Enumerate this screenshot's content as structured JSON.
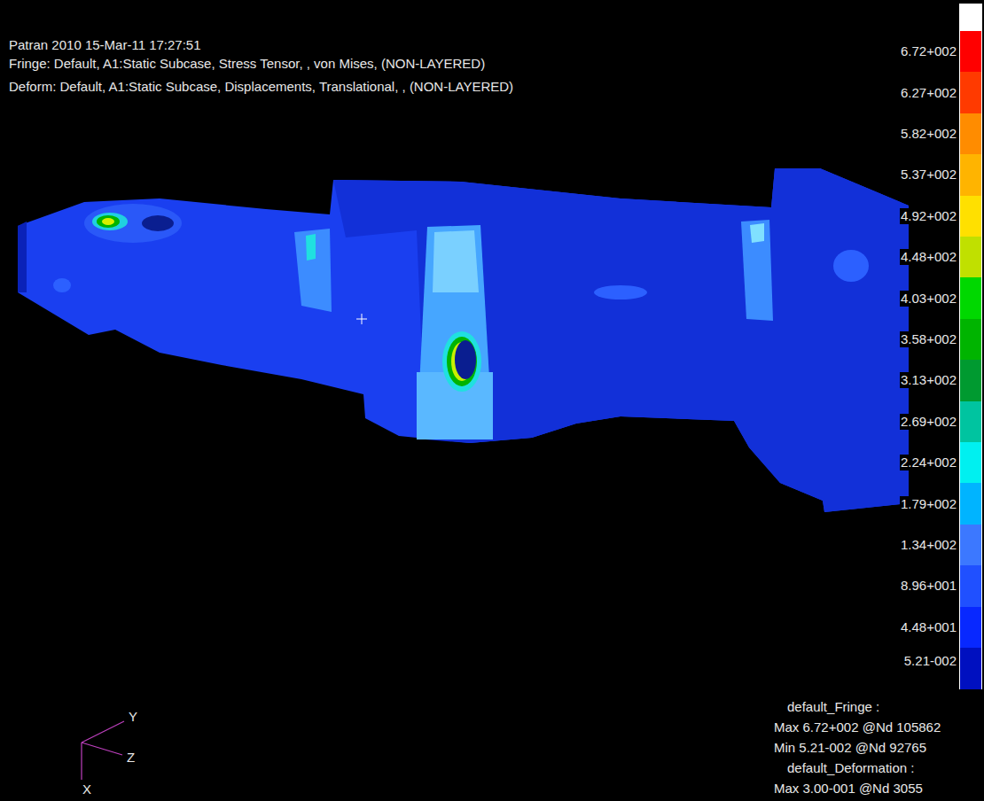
{
  "diagram": {
    "labels": [
      "Patran 2010 15-Mar-11 17:27:51",
      "Fringe: Default, A1:Static Subcase, Stress Tensor, , von Mises, (NON-LAYERED)",
      "Deform: Default, A1:Static Subcase, Displacements, Translational, , (NON-LAYERED)",
      "default_Fringe :",
      "Max 6.72+002 @Nd 105862",
      "Min 5.21-002 @Nd 92765",
      "default_Deformation :",
      "Max 3.00-001 @Nd 3055",
      "Y",
      "Z",
      "X"
    ],
    "legend": [
      {
        "text": "6.72+002",
        "color": "#ff0000"
      },
      {
        "text": "6.27+002",
        "color": "#ff3a00"
      },
      {
        "text": "5.82+002",
        "color": "#ff8c00"
      },
      {
        "text": "5.37+002",
        "color": "#ffb400"
      },
      {
        "text": "4.92+002",
        "color": "#ffe000"
      },
      {
        "text": "4.48+002",
        "color": "#c0e000"
      },
      {
        "text": "4.03+002",
        "color": "#00d800"
      },
      {
        "text": "3.58+002",
        "color": "#00b400"
      },
      {
        "text": "3.13+002",
        "color": "#009a30"
      },
      {
        "text": "2.69+002",
        "color": "#00c4a0"
      },
      {
        "text": "2.24+002",
        "color": "#00f0f0"
      },
      {
        "text": "1.79+002",
        "color": "#00b4ff"
      },
      {
        "text": "1.34+002",
        "color": "#3c78ff"
      },
      {
        "text": "8.96+001",
        "color": "#2050ff"
      },
      {
        "text": "4.48+001",
        "color": "#0828ff"
      },
      {
        "text": "5.21-002",
        "color": "#0010c0"
      }
    ]
  }
}
